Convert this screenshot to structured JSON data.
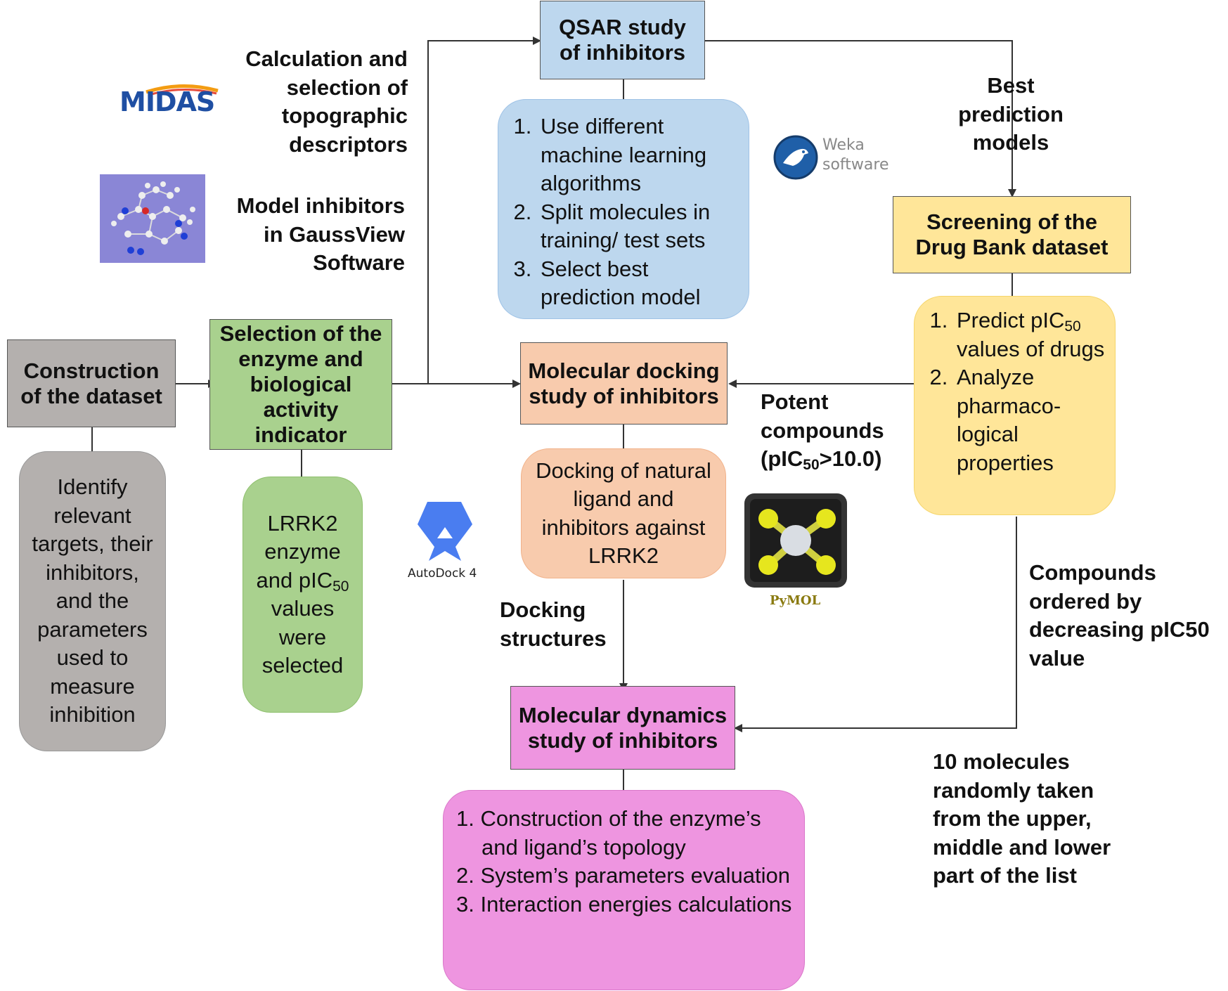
{
  "boxes": {
    "qsar": "QSAR study of inhibitors",
    "construction": "Construction of the dataset",
    "selection": "Selection of the enzyme and biological activity indicator",
    "docking": "Molecular docking study of inhibitors",
    "screening": "Screening of the Drug Bank dataset",
    "dynamics": "Molecular dynamics study of inhibitors"
  },
  "details": {
    "qsar_steps": [
      "Use different machine learning algorithms",
      "Split molecules in training/ test sets",
      "Select best prediction model"
    ],
    "construction_text": "Identify relevant targets, their inhibitors, and the parameters used to measure inhibition",
    "selection_text_pre": "LRRK2 enzyme and pIC",
    "selection_text_sub": "50",
    "selection_text_post": " values were selected",
    "docking_text": "Docking of natural ligand and inhibitors against LRRK2",
    "screening_step1_pre": "Predict pIC",
    "screening_step1_sub": "50",
    "screening_step1_post": " values of drugs",
    "screening_step2": "Analyze pharmaco-logical properties",
    "dynamics_steps": [
      "Construction of the enzyme’s and ligand’s topology",
      "System’s parameters evaluation",
      "Interaction energies calculations"
    ]
  },
  "labels": {
    "calc_descriptors": "Calculation and selection of topographic descriptors",
    "gaussview": "Model inhibitors in GaussView Software",
    "best_models": "Best prediction models",
    "potent_l1": "Potent",
    "potent_l2": "compounds",
    "potent_l3_pre": "(pIC",
    "potent_l3_sub": "50",
    "potent_l3_post": ">10.0)",
    "docking_structures": "Docking structures",
    "compounds_ordered": "Compounds ordered by decreasing pIC50 value",
    "ten_molecules": "10 molecules randomly taken from the upper, middle and lower part of the list"
  },
  "logos": {
    "midas": "MIDAS",
    "weka_l1": "Weka",
    "weka_l2": "software",
    "autodock": "AutoDock 4",
    "pymol": "PyMOL"
  },
  "colors": {
    "gray": "#b4b0ae",
    "green": "#a9d18e",
    "blue": "#bdd7ee",
    "orange": "#f8cbad",
    "yellow": "#ffe699",
    "pink": "#ee95e0"
  }
}
